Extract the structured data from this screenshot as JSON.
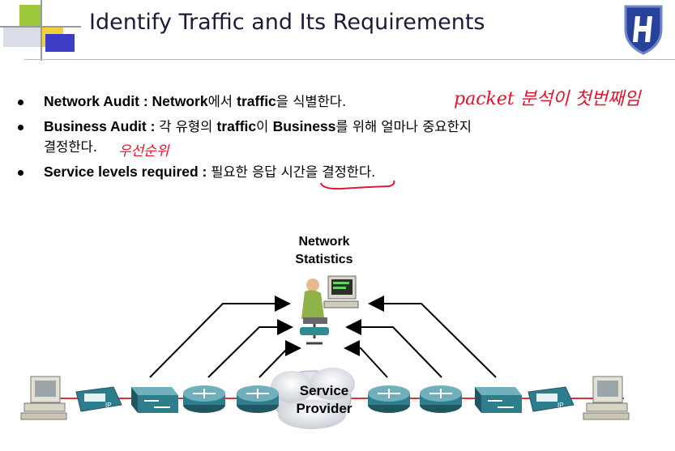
{
  "slide": {
    "title": "Identify Traffic and Its Requirements",
    "bullets": [
      {
        "bold1": "Network Audit : ",
        "bold2": "Network",
        "text1": "에서 ",
        "bold3": "traffic",
        "text2": "을 식별한다."
      },
      {
        "bold1": "Business Audit : ",
        "text1": "각 유형의 ",
        "bold2": "traffic",
        "text2": "이 ",
        "bold3": "Business",
        "text3": "를 위해 얼마나 중요한지",
        "line2": "결정한다."
      },
      {
        "bold1": "Service levels required : ",
        "text1": "필요한 응답 시간을 결정한다."
      }
    ],
    "annotations": {
      "note1": "packet 분석이 첫번째임",
      "note2": "우선순위"
    }
  },
  "diagram": {
    "stats_label_line1": "Network",
    "stats_label_line2": "Statistics",
    "cloud_label_line1": "Service",
    "cloud_label_line2": "Provider",
    "phone_badge": "IP"
  },
  "colors": {
    "link": "#e03030",
    "device": "#2e7d8c",
    "accent": "#1f3e99"
  }
}
